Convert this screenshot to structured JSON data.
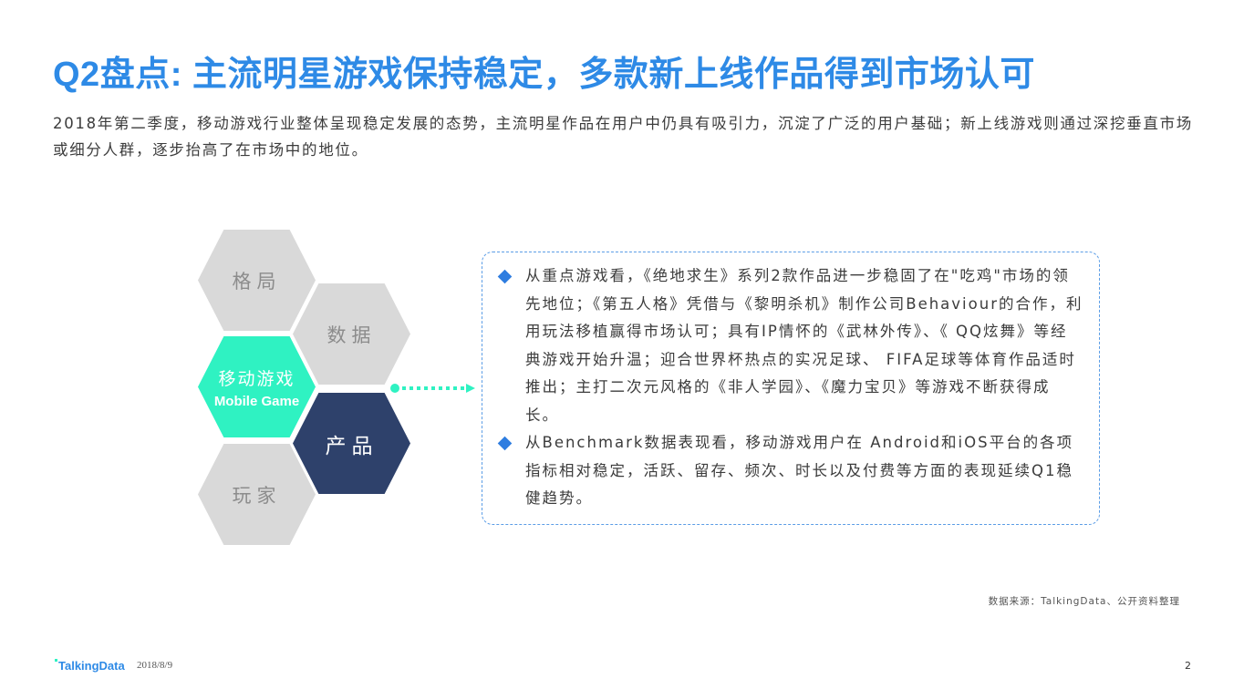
{
  "slide": {
    "title": "Q2盘点: 主流明星游戏保持稳定，多款新上线作品得到市场认可",
    "intro": "2018年第二季度，移动游戏行业整体呈现稳定发展的态势，主流明星作品在用户中仍具有吸引力，沉淀了广泛的用户基础；新上线游戏则通过深挖垂直市场或细分人群，逐步抬高了在市场中的地位。"
  },
  "hexagons": [
    {
      "id": "structure",
      "label": "格局",
      "style": "gray"
    },
    {
      "id": "data",
      "label": "数据",
      "style": "gray"
    },
    {
      "id": "mobile-game",
      "label": "移动游戏",
      "sublabel": "Mobile Game",
      "style": "teal"
    },
    {
      "id": "product",
      "label": "产品",
      "style": "navy"
    },
    {
      "id": "players",
      "label": "玩家",
      "style": "gray"
    }
  ],
  "bullets": [
    "从重点游戏看，《绝地求生》系列2款作品进一步稳固了在\"吃鸡\"市场的领先地位；《第五人格》凭借与《黎明杀机》制作公司Behaviour的合作，利用玩法移植赢得市场认可；具有IP情怀的《武林外传》、《 QQ炫舞》等经典游戏开始升温；迎合世界杯热点的实况足球、 FIFA足球等体育作品适时推出；主打二次元风格的《非人学园》、《魔力宝贝》等游戏不断获得成长。",
    "从Benchmark数据表现看，移动游戏用户在 Android和iOS平台的各项指标相对稳定，活跃、留存、频次、时长以及付费等方面的表现延续Q1稳健趋势。"
  ],
  "source": "数据来源：TalkingData、公开资料整理",
  "footer": {
    "logo": "TalkingData",
    "date": "2018/8/9",
    "page": "2"
  },
  "colors": {
    "title": "#2e8ae6",
    "teal": "#2ff2c2",
    "navy": "#2e416b",
    "gray": "#d9d9d9",
    "box_border": "#5b9de6"
  }
}
